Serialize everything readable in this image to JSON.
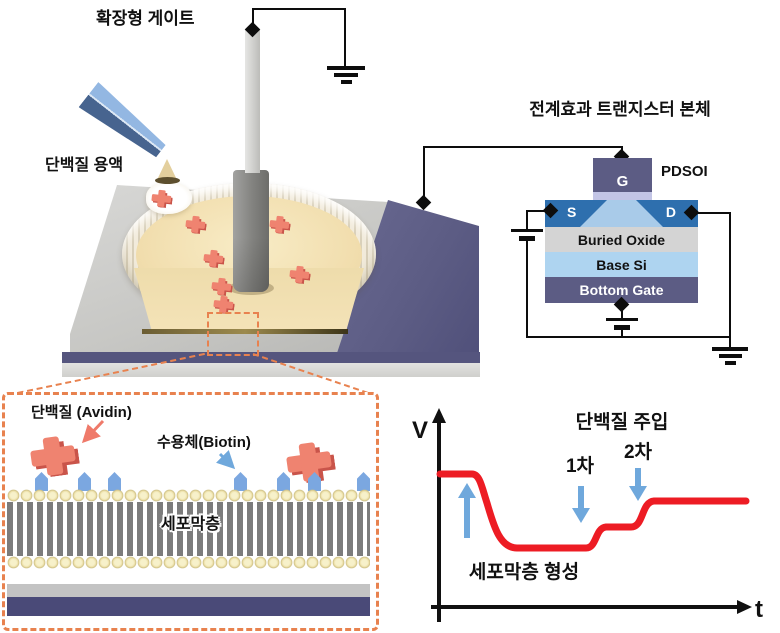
{
  "scene": {
    "extended_gate_label": "확장형 게이트",
    "protein_solution_label": "단백질 용액"
  },
  "fet": {
    "title": "전계효과 트랜지스터 본체",
    "pdsoi_label": "PDSOI",
    "gate_label": "G",
    "source_label": "S",
    "drain_label": "D",
    "buried_oxide_label": "Buried Oxide",
    "base_si_label": "Base Si",
    "bottom_gate_label": "Bottom Gate"
  },
  "inset": {
    "protein_label": "단백질 (Avidin)",
    "receptor_label": "수용체(Biotin)",
    "membrane_label": "세포막층"
  },
  "graph": {
    "y_axis_label": "V",
    "x_axis_label": "t",
    "injection_label": "단백질 주입",
    "first_label": "1차",
    "second_label": "2차",
    "formation_label": "세포막층 형성"
  },
  "chart_data": {
    "type": "line",
    "title": "",
    "xlabel": "t",
    "ylabel": "V",
    "axis_ticks": "none (qualitative sketch)",
    "grid": false,
    "line_color": "#ED1C24",
    "series": [
      {
        "name": "V(t)",
        "x": [
          0,
          10,
          13,
          21,
          34,
          61,
          66,
          75,
          78,
          83,
          100
        ],
        "y": [
          1.0,
          1.0,
          0.95,
          0.32,
          0.28,
          0.28,
          0.47,
          0.48,
          0.55,
          0.72,
          0.72
        ]
      }
    ],
    "annotations": [
      {
        "text": "세포막층 형성",
        "x": 8,
        "arrow": "up",
        "color": "#6FA8DC"
      },
      {
        "text": "단백질 주입 1차",
        "x": 58,
        "arrow": "down",
        "color": "#6FA8DC"
      },
      {
        "text": "단백질 주입 2차",
        "x": 76,
        "arrow": "down",
        "color": "#6FA8DC"
      }
    ]
  },
  "colors": {
    "curve_red": "#ED1C24",
    "arrow_blue": "#6FA8DC",
    "callout_orange": "#E8824F",
    "pad_navy": "#5C5C84",
    "source_drain_blue": "#2E6FAE",
    "channel_blue": "#A9CBE9",
    "buried_oxide_gray": "#D4D4D4",
    "base_si_blue": "#AED4F0",
    "gate_oxide_lavender": "#C3C5E6",
    "liquid_tan": "#F2DFB0",
    "protein_salmon": "#EF8370",
    "receptor_blue": "#7BA7E0"
  }
}
